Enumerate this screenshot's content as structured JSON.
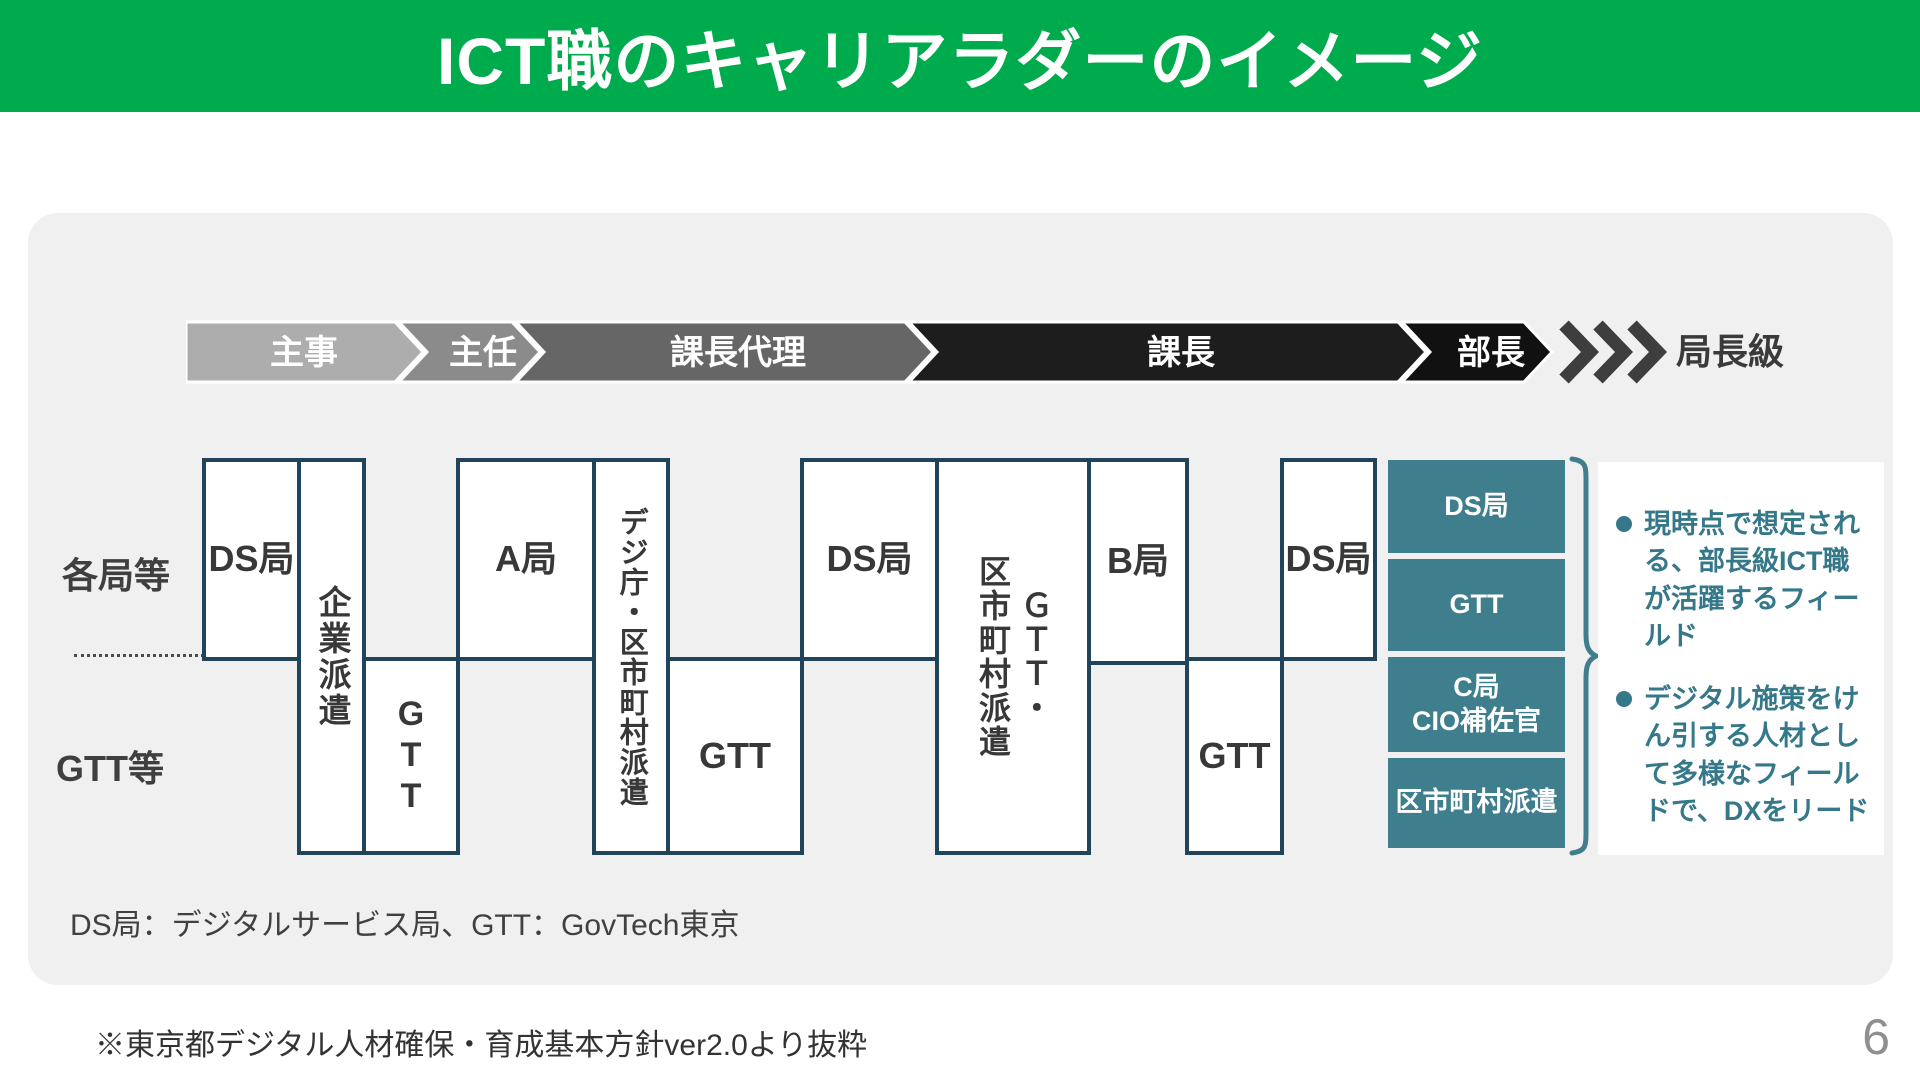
{
  "page": {
    "title": "ICT職のキャリアラダーのイメージ",
    "footnote": "※東京都デジタル人材確保・育成基本方針ver2.0より抜粋",
    "page_number": "6"
  },
  "colors": {
    "header_green": "#00AB4E",
    "panel_gray": "#F0F0F0",
    "box_border_navy": "#20455A",
    "teal_accent": "#3F7E8C",
    "bullet_text_teal": "#35788A",
    "stage_black": "#141414"
  },
  "ladder": {
    "stages": [
      {
        "label": "主事",
        "color": "#ADADAD"
      },
      {
        "label": "主任",
        "color": "#8B8B8B"
      },
      {
        "label": "課長代理",
        "color": "#666666"
      },
      {
        "label": "課長",
        "color": "#1D1D1D"
      },
      {
        "label": "部長",
        "color": "#111111"
      }
    ],
    "final_label": "局長級",
    "chevron_color": "#3E3E3E"
  },
  "rows": {
    "top_label": "各局等",
    "bottom_label": "GTT等"
  },
  "boxes": [
    {
      "label": "DS局"
    },
    {
      "label": "企業派遣"
    },
    {
      "label": "GTT"
    },
    {
      "label": "A局"
    },
    {
      "label": "デジ庁・区市町村派遣"
    },
    {
      "label": "GTT"
    },
    {
      "label": "DS局"
    },
    {
      "label": "ＧＴＴ・区市町村派遣",
      "columns": [
        "ＧＴＴ・",
        "区市町村派遣"
      ]
    },
    {
      "label": "B局"
    },
    {
      "label": "GTT"
    },
    {
      "label": "DS局"
    }
  ],
  "director_fields": [
    "DS局",
    "GTT",
    "C局\nCIO補佐官",
    "区市町村派遣"
  ],
  "bullets": [
    "現時点で想定される、部長級ICT職が活躍するフィールド",
    "デジタル施策をけん引する人材として多様なフィールドで、DXをリード"
  ],
  "legend": {
    "text": "DS局：デジタルサービス局、GTT：GovTech東京"
  }
}
